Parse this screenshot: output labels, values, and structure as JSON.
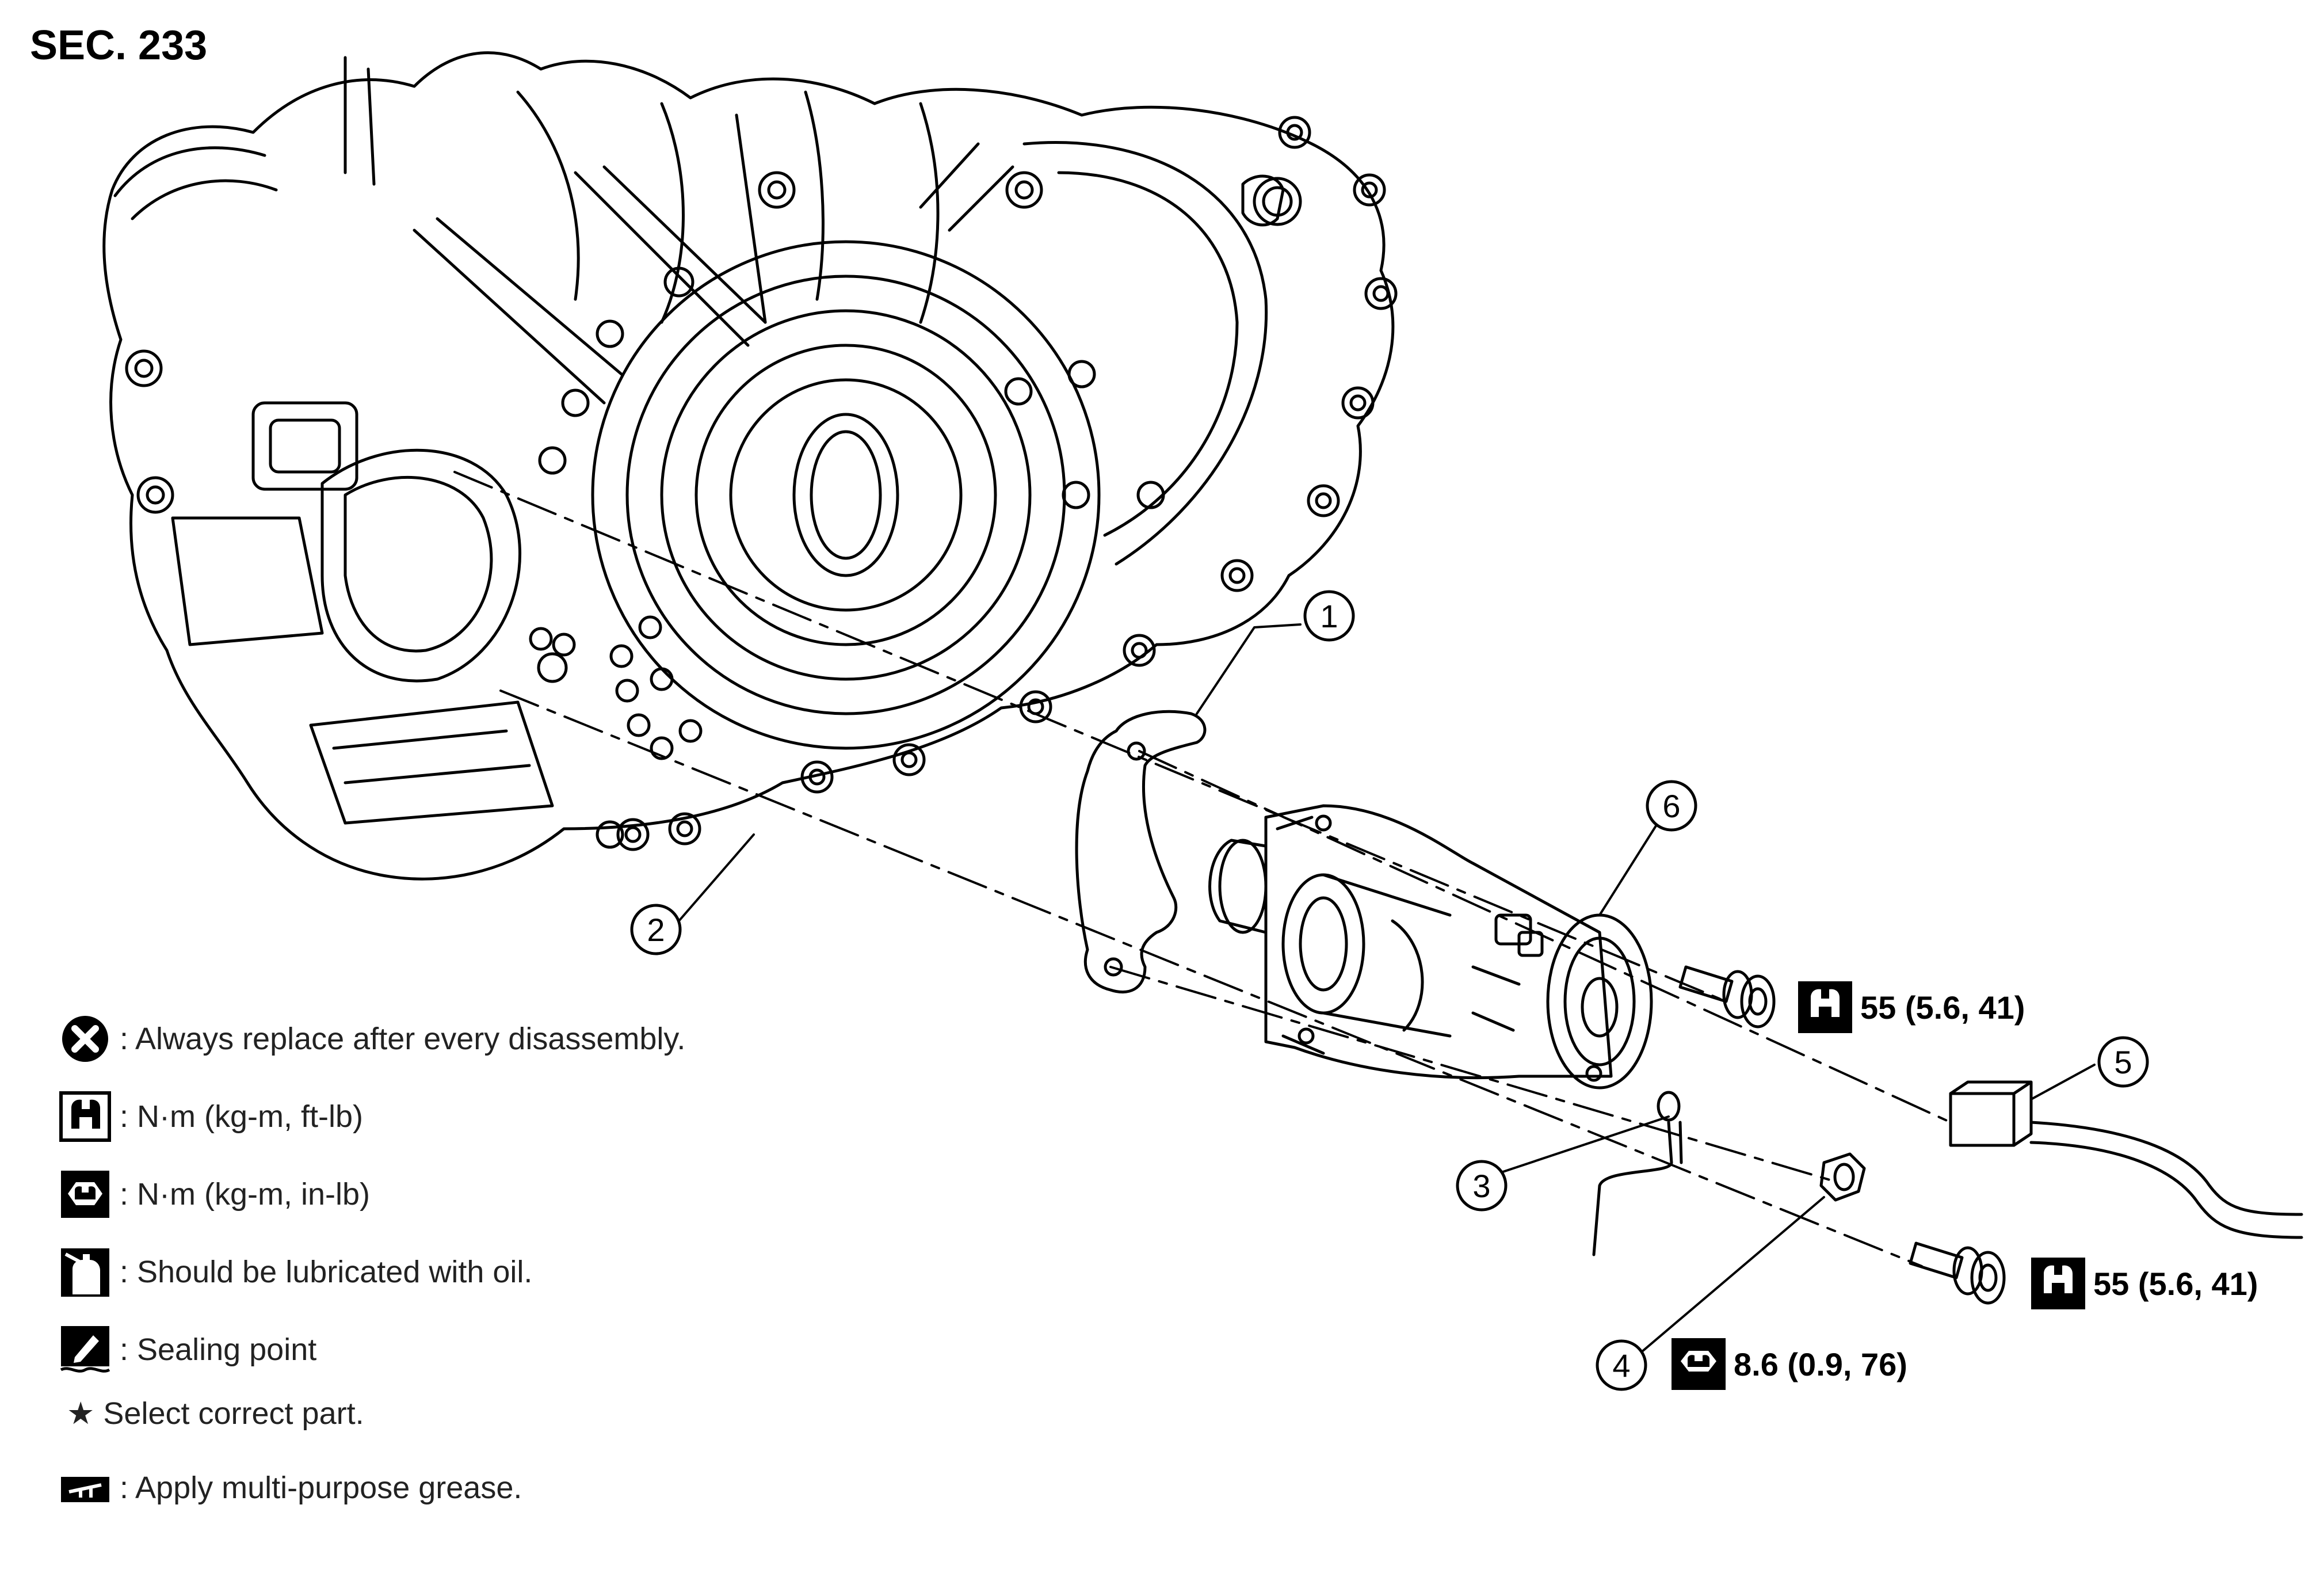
{
  "section_label": "SEC. 233",
  "callouts": [
    "1",
    "2",
    "3",
    "4",
    "5",
    "6"
  ],
  "torque_specs": {
    "upper_bolt": "55 (5.6, 41)",
    "lower_bolt": "55 (5.6, 41)",
    "nut": "8.6 (0.9, 76)"
  },
  "legend": [
    {
      "icon": "replace-icon",
      "text": ": Always replace after every disassembly."
    },
    {
      "icon": "torque-ft-lb-icon",
      "text": ": N·m (kg-m, ft-lb)"
    },
    {
      "icon": "torque-in-lb-icon",
      "text": ": N·m (kg-m, in-lb)"
    },
    {
      "icon": "oil-can-icon",
      "text": ": Should be lubricated with oil."
    },
    {
      "icon": "sealing-icon",
      "text": ": Sealing point"
    },
    {
      "icon": "star-icon",
      "text": "★ Select correct part."
    },
    {
      "icon": "grease-icon",
      "text": ": Apply multi-purpose grease."
    }
  ]
}
